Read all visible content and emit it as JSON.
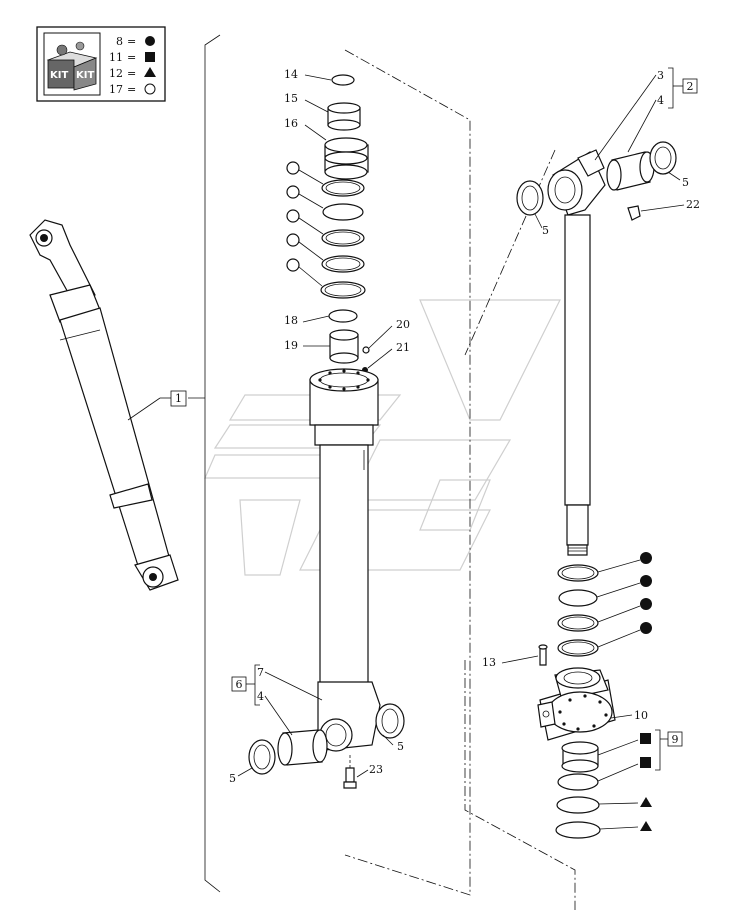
{
  "kit_legend": {
    "kit_text": "KIT",
    "entries": [
      {
        "number": "8",
        "symbol": "filled-circle-icon"
      },
      {
        "number": "11",
        "symbol": "filled-square-icon"
      },
      {
        "number": "12",
        "symbol": "filled-triangle-icon"
      },
      {
        "number": "17",
        "symbol": "open-circle-icon"
      }
    ]
  },
  "callouts": {
    "c1": "1",
    "c2": "2",
    "c3": "3",
    "c4a": "4",
    "c4b": "4",
    "c5a": "5",
    "c5b": "5",
    "c5c": "5",
    "c5d": "5",
    "c6": "6",
    "c7": "7",
    "c9": "9",
    "c10": "10",
    "c13": "13",
    "c14": "14",
    "c15": "15",
    "c16": "16",
    "c18": "18",
    "c19": "19",
    "c20": "20",
    "c21": "21",
    "c22": "22",
    "c23": "23"
  }
}
